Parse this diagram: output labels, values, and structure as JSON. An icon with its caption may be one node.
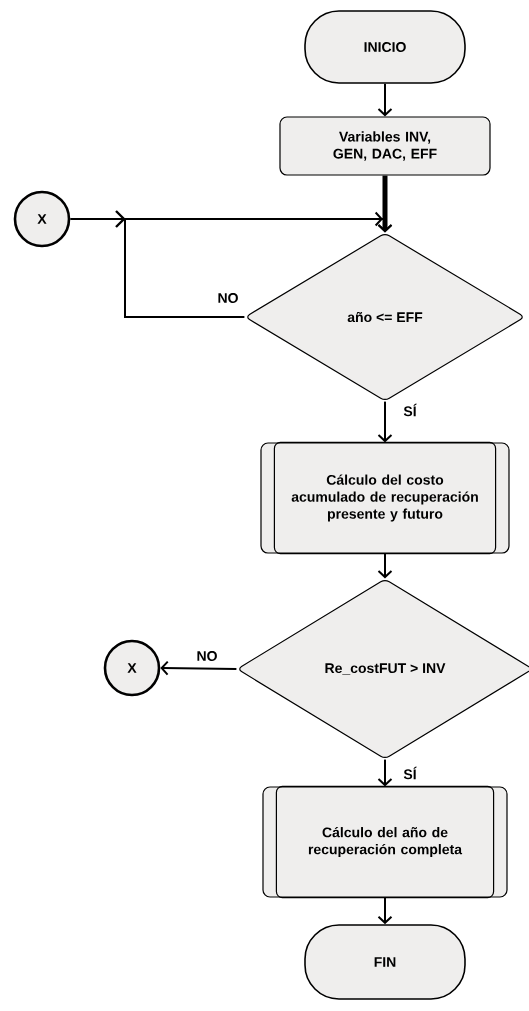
{
  "diagram": {
    "nodes": [
      {
        "text": [
          "INICIO"
        ]
      },
      {
        "text": [
          "Variables INV, GEN, DAC, EFF"
        ]
      },
      {
        "text": [
          "X"
        ]
      },
      {
        "text": [
          "año <= EFF"
        ]
      },
      {
        "text": [
          "Cálculo del costo acumulado de recuperación presente y futuro"
        ]
      },
      {
        "text": [
          "Re_costFUT > INV"
        ]
      },
      {
        "text": [
          "X"
        ]
      },
      {
        "text": [
          "Cálculo del año de recuperación completa"
        ]
      },
      {
        "text": [
          "FIN"
        ]
      }
    ],
    "edges": [
      {
        "from": 0,
        "to": 1,
        "arrow": "to"
      },
      {
        "from": 1,
        "to": 3,
        "arrow": "to",
        "style": "thick"
      },
      {
        "from": 2,
        "to": 3,
        "arrow": "to"
      },
      {
        "from": 3,
        "to": 3,
        "label": "NO",
        "arrow": "to"
      },
      {
        "from": 3,
        "to": 4,
        "label": "SÍ",
        "arrow": "to"
      },
      {
        "from": 4,
        "to": 5,
        "arrow": "to"
      },
      {
        "from": 5,
        "to": 6,
        "label": "NO",
        "arrow": "to"
      },
      {
        "from": 5,
        "to": 7,
        "label": "SÍ",
        "arrow": "to"
      },
      {
        "from": 7,
        "to": 8,
        "arrow": "to"
      }
    ]
  }
}
